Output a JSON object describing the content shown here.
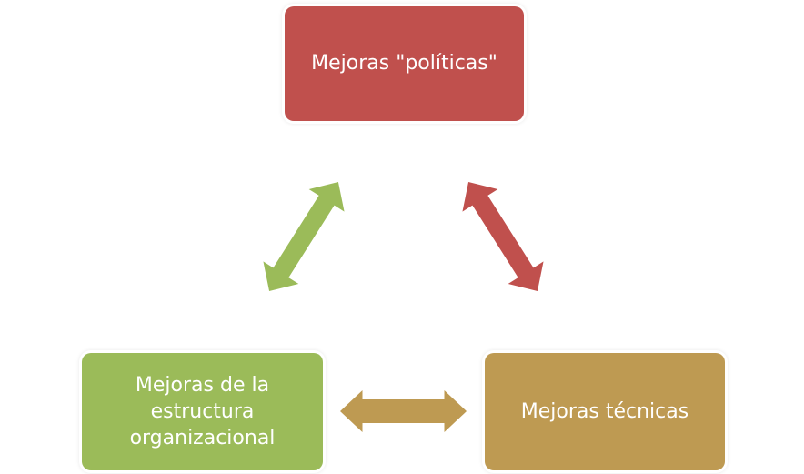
{
  "nodes": {
    "political": {
      "label": "Mejoras \"políticas\"",
      "color": "#C0504D"
    },
    "structure": {
      "label": "Mejoras de la estructura organizacional",
      "color": "#9BBB59"
    },
    "technical": {
      "label": "Mejoras técnicas",
      "color": "#BE9A52"
    }
  },
  "arrows": {
    "structure_political": {
      "color": "#9BBB59"
    },
    "political_technical": {
      "color": "#C0504D"
    },
    "structure_technical": {
      "color": "#BE9A52"
    }
  }
}
